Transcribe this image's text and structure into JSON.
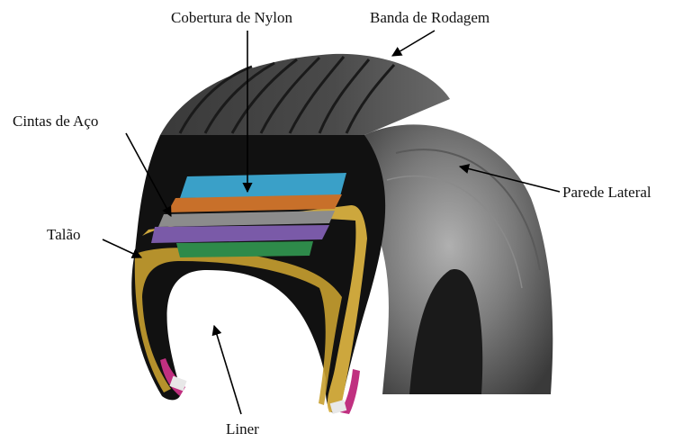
{
  "labels": {
    "nylon_cover": "Cobertura de Nylon",
    "tread": "Banda de Rodagem",
    "steel_belts": "Cintas de Aço",
    "sidewall": "Parede Lateral",
    "bead": "Talão",
    "liner": "Liner"
  },
  "colors": {
    "rubber_dark": "#2a2a2a",
    "rubber_mid": "#5a5a5a",
    "rubber_light": "#9a9a9a",
    "section_black": "#111111",
    "nylon_layer": "#3aa0c8",
    "steel_orange": "#c8702a",
    "steel_gray": "#8c8c8c",
    "steel_purple": "#7a5aa8",
    "green_layer": "#2e8a4a",
    "ply_yellow": "#d8b040",
    "bead_magenta": "#c03080",
    "arrow": "#000000"
  }
}
